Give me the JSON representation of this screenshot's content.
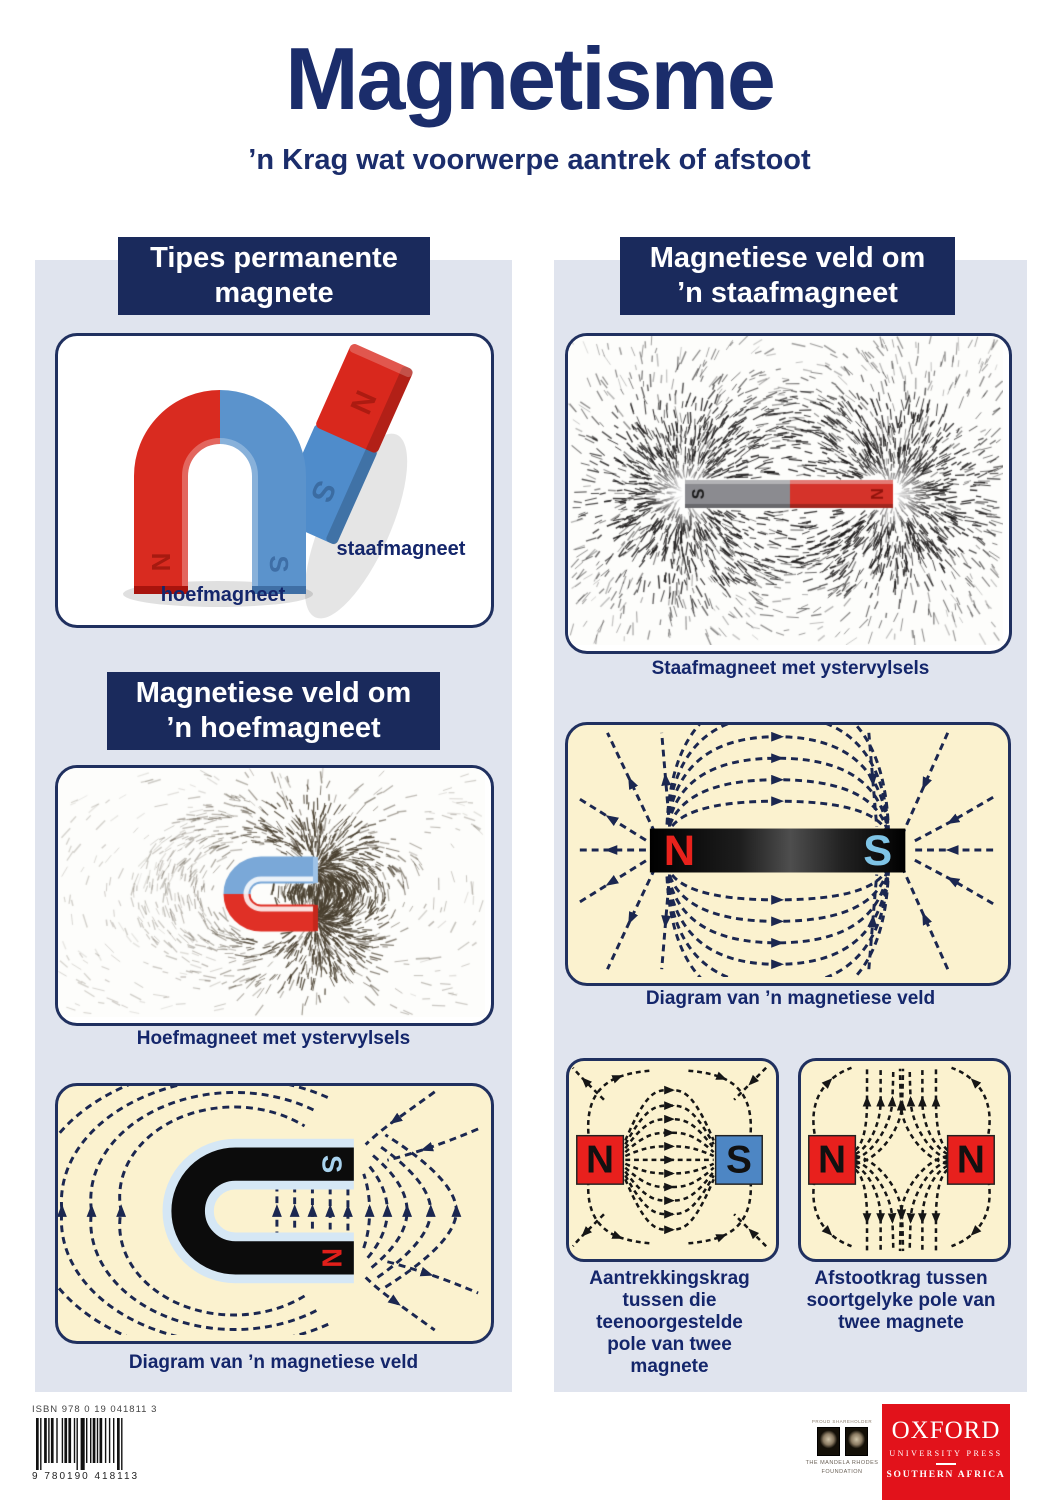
{
  "poster": {
    "title": "Magnetisme",
    "subtitle": "’n Krag wat voorwerpe aantrek of afstoot"
  },
  "poles": {
    "n": "N",
    "s": "S"
  },
  "sections": {
    "types": {
      "header": [
        "Tipes permanente",
        "magnete"
      ],
      "label_horseshoe": "hoefmagneet",
      "label_bar": "staafmagneet"
    },
    "horseshoe": {
      "header": [
        "Magnetiese veld om",
        "’n hoefmagneet"
      ],
      "photo_caption": "Hoefmagneet met ystervylsels",
      "diagram_caption": "Diagram van ’n magnetiese veld"
    },
    "bar": {
      "header": [
        "Magnetiese veld om",
        "’n staafmagneet"
      ],
      "photo_caption": "Staafmagneet met ystervylsels",
      "diagram_caption": "Diagram van ’n magnetiese veld"
    },
    "attraction": {
      "caption": "Aantrekkingskrag tussen die teenoorgestelde pole van twee magnete"
    },
    "repulsion": {
      "caption": "Afstootkrag tussen soortgelyke pole van twee magnete"
    }
  },
  "footer": {
    "isbn_label": "ISBN 978 0 19 041811 3",
    "barcode_digits": "9 780190 418113",
    "shareholder_tagline": "PROUD SHAREHOLDER",
    "foundation_name": "THE MANDELA RHODES FOUNDATION",
    "oxford": {
      "line1": "OXFORD",
      "line2": "UNIVERSITY PRESS",
      "line3": "SOUTHERN AFRICA"
    }
  },
  "colors": {
    "navy_header": "#1a2a5c",
    "text_navy": "#14266b",
    "panel": "#e0e4ee",
    "cream": "#fbf2cf",
    "magnet_red": "#e02318",
    "magnet_blue": "#4d86c4",
    "pole_s_light": "#7fc4e6",
    "field_line": "#1b2750",
    "oxford_red": "#e2121b"
  }
}
